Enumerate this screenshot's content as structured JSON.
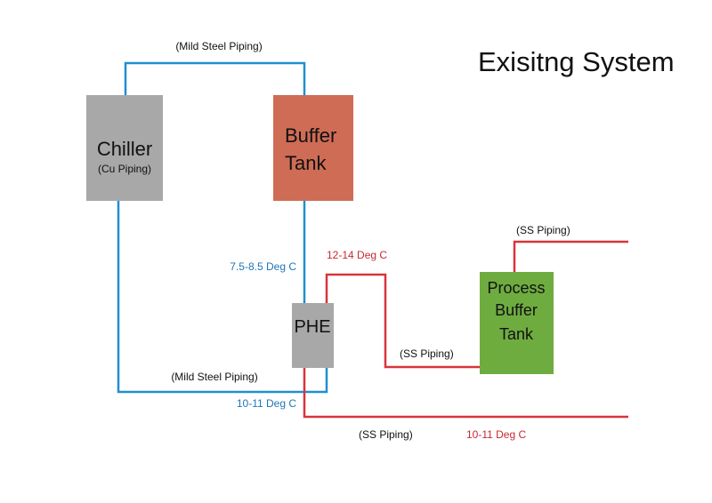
{
  "colors": {
    "cold_loop": "#1f8fcf",
    "hot_loop": "#d8343b",
    "chiller_fill": "#a8a8a8",
    "buffer_tank_fill": "#cf6c55",
    "phe_fill": "#a8a8a8",
    "process_tank_fill": "#6fac40",
    "text_dark": "#111111",
    "text_blue": "#1f75b8",
    "text_red": "#c8282f"
  },
  "title": "Exisitng System",
  "chiller": {
    "label": "Chiller",
    "sublabel": "(Cu Piping)"
  },
  "buffer_tank": {
    "line1": "Buffer",
    "line2": "Tank"
  },
  "phe": {
    "label": "PHE"
  },
  "process_tank": {
    "line1": "Process",
    "line2": "Buffer",
    "line3": "Tank"
  },
  "labels": {
    "mild_steel_top": "(Mild Steel Piping)",
    "mild_steel_bottom": "(Mild Steel Piping)",
    "temp_supply_cold": "7.5-8.5 Deg C",
    "temp_return_cold": "10-11 Deg C",
    "temp_hot_in": "12-14 Deg C",
    "ss_piping_top": "(SS  Piping)",
    "ss_piping_mid": "(SS  Piping)",
    "ss_piping_bottom": "(SS  Piping)",
    "temp_return_hot": "10-11 Deg C"
  }
}
